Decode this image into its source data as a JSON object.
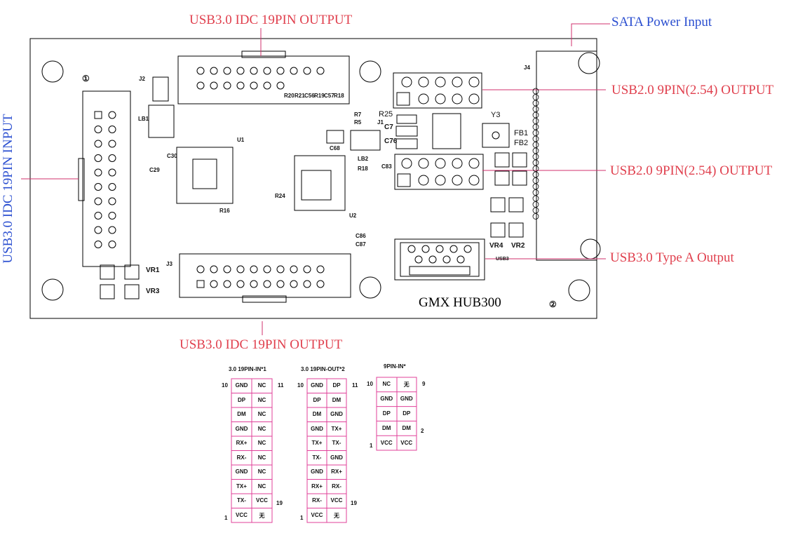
{
  "callouts": {
    "usb3_idc_top": "USB3.0 IDC 19PIN OUTPUT",
    "sata_power": "SATA  Power Input",
    "usb2_9pin_a": "USB2.0 9PIN(2.54) OUTPUT",
    "usb2_9pin_b": "USB2.0 9PIN(2.54) OUTPUT",
    "usb3_type_a": "USB3.0  Type A Output",
    "usb3_idc_input": "USB3.0 IDC 19PIN INPUT",
    "usb3_idc_bottom": "USB3.0 IDC 19PIN OUTPUT"
  },
  "board": {
    "title": "GMX HUB300",
    "marker_1": "①",
    "marker_2": "②",
    "refs": {
      "j2": "J2",
      "j3": "J3",
      "j4": "J4",
      "j1": "J1",
      "lb1": "LB1",
      "lb2": "LB2",
      "y3": "Y3",
      "fb1": "FB1",
      "fb2": "FB2",
      "r25": "R25",
      "c7": "C7",
      "c76": "C76",
      "vr1": "VR1",
      "vr2": "VR2",
      "vr3": "VR3",
      "vr4": "VR4",
      "usb3": "USB3",
      "u1": "U1",
      "u2": "U2",
      "c29": "C29",
      "c30": "C30",
      "r7": "R7",
      "r5": "R5",
      "r18": "R18",
      "c68": "C68",
      "c83": "C83",
      "c86": "C86",
      "c87": "C87",
      "r16": "R16",
      "r24": "R24",
      "r20": "R20",
      "r21": "R21",
      "c56": "C56",
      "r19": "R19",
      "c57": "C57",
      "r18b": "R18"
    }
  },
  "pin_tables": [
    {
      "title": "3.0 19PIN-IN*1",
      "left_num_top": "10",
      "right_num_top": "11",
      "left_num_bottom": "1",
      "right_num_bottom": "19",
      "rows": [
        [
          "GND",
          "NC"
        ],
        [
          "DP",
          "NC"
        ],
        [
          "DM",
          "NC"
        ],
        [
          "GND",
          "NC"
        ],
        [
          "RX+",
          "NC"
        ],
        [
          "RX-",
          "NC"
        ],
        [
          "GND",
          "NC"
        ],
        [
          "TX+",
          "NC"
        ],
        [
          "TX-",
          "VCC"
        ],
        [
          "VCC",
          "无"
        ]
      ]
    },
    {
      "title": "3.0 19PIN-OUT*2",
      "left_num_top": "10",
      "right_num_top": "11",
      "left_num_bottom": "1",
      "right_num_bottom": "19",
      "rows": [
        [
          "GND",
          "DP"
        ],
        [
          "DP",
          "DM"
        ],
        [
          "DM",
          "GND"
        ],
        [
          "GND",
          "TX+"
        ],
        [
          "TX+",
          "TX-"
        ],
        [
          "TX-",
          "GND"
        ],
        [
          "GND",
          "RX+"
        ],
        [
          "RX+",
          "RX-"
        ],
        [
          "RX-",
          "VCC"
        ],
        [
          "VCC",
          "无"
        ]
      ]
    },
    {
      "title": "9PIN-IN*",
      "left_num_top": "10",
      "right_num_top": "9",
      "left_num_bottom": "1",
      "right_num_bottom": "2",
      "rows": [
        [
          "NC",
          "无"
        ],
        [
          "GND",
          "GND"
        ],
        [
          "DP",
          "DP"
        ],
        [
          "DM",
          "DM"
        ],
        [
          "VCC",
          "VCC"
        ]
      ]
    }
  ],
  "colors": {
    "callout_red": "#e0404e",
    "callout_blue": "#2b4fd0",
    "leader_line": "#d0306e",
    "table_border": "#e0409a"
  }
}
